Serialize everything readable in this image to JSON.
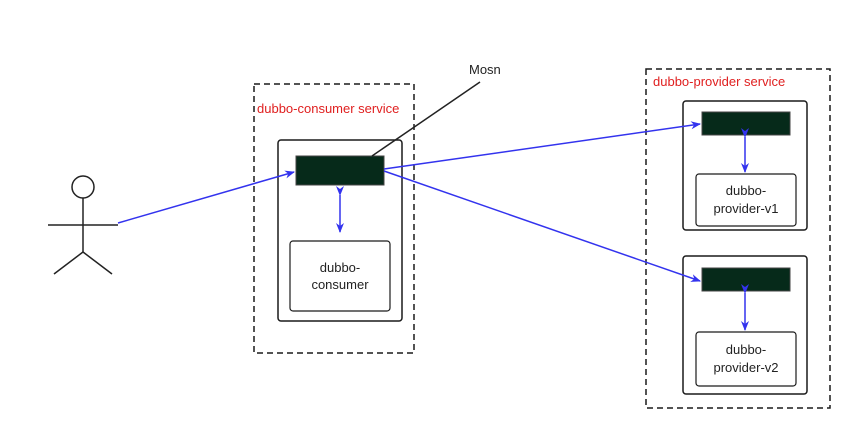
{
  "consumer_service": {
    "label": "dubbo-consumer service"
  },
  "provider_service": {
    "label": "dubbo-provider service"
  },
  "mosn_callout": {
    "label": "Mosn"
  },
  "consumer_app": {
    "line1": "dubbo-",
    "line2": "consumer"
  },
  "provider_v1_app": {
    "line1": "dubbo-",
    "line2": "provider-v1"
  },
  "provider_v2_app": {
    "line1": "dubbo-",
    "line2": "provider-v2"
  },
  "colors": {
    "flow": "#3333ee",
    "sidecar": "#062a1a",
    "service_label": "#e02020"
  },
  "icons": {
    "user": "stick-figure-icon"
  }
}
